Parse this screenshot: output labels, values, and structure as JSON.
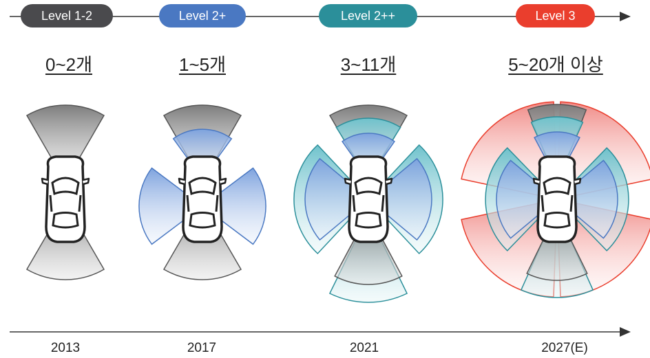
{
  "stages": [
    {
      "level": "Level 1-2",
      "color": "#4a4a4d",
      "count": "0~2개",
      "year": "2013"
    },
    {
      "level": "Level 2+",
      "color": "#4a78c2",
      "count": "1~5개",
      "year": "2017"
    },
    {
      "level": "Level 2++",
      "color": "#2b8f9a",
      "count": "3~11개",
      "year": "2021"
    },
    {
      "level": "Level 3",
      "color": "#ea3e2d",
      "count": "5~20개 이상",
      "year": "2027(E)"
    }
  ]
}
